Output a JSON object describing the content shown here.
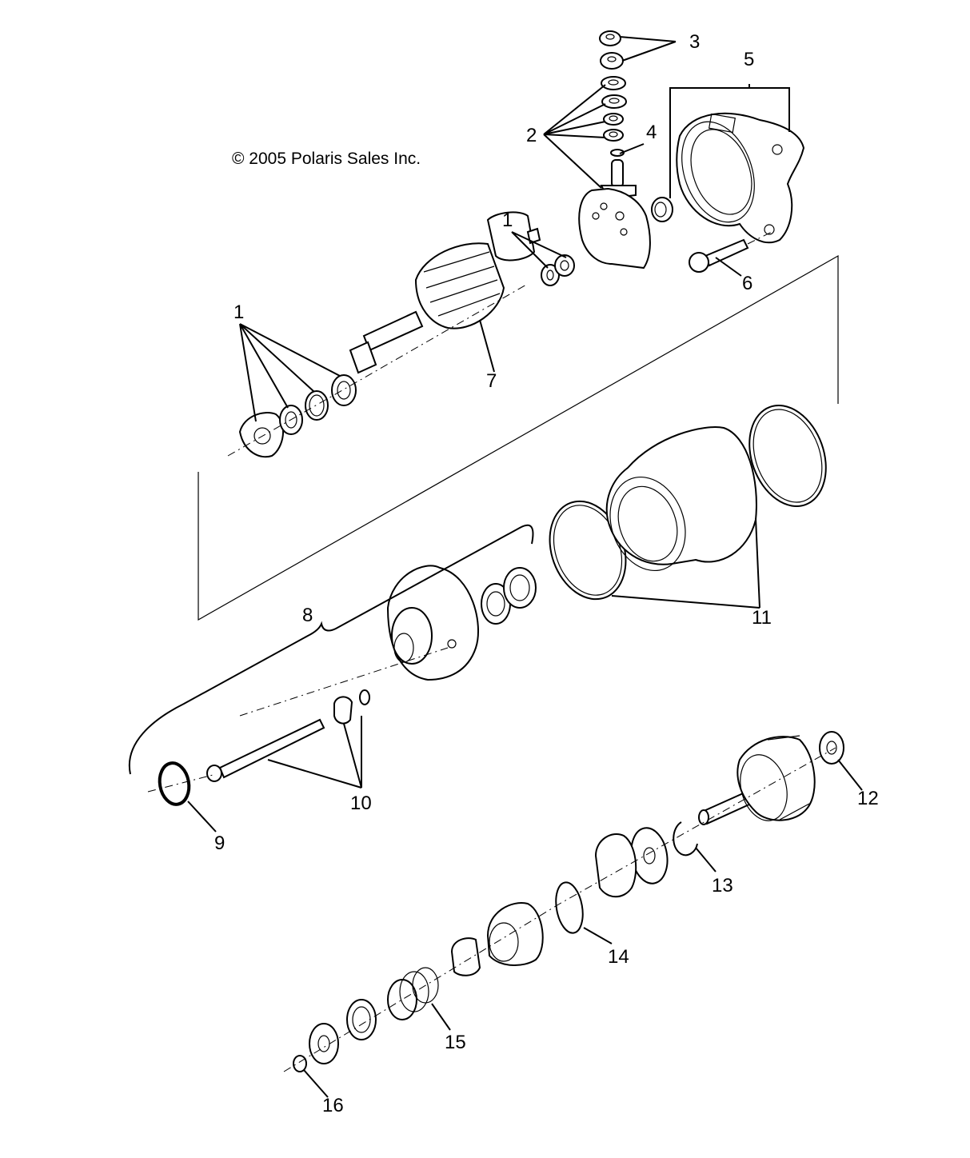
{
  "diagram": {
    "title": "Starter Motor Exploded View",
    "copyright": "© 2005 Polaris Sales Inc.",
    "callouts": [
      {
        "id": "1",
        "label": "1"
      },
      {
        "id": "1b",
        "label": "1"
      },
      {
        "id": "2",
        "label": "2"
      },
      {
        "id": "3",
        "label": "3"
      },
      {
        "id": "4",
        "label": "4"
      },
      {
        "id": "5",
        "label": "5"
      },
      {
        "id": "6",
        "label": "6"
      },
      {
        "id": "7",
        "label": "7"
      },
      {
        "id": "8",
        "label": "8"
      },
      {
        "id": "9",
        "label": "9"
      },
      {
        "id": "10",
        "label": "10"
      },
      {
        "id": "11",
        "label": "11"
      },
      {
        "id": "12",
        "label": "12"
      },
      {
        "id": "13",
        "label": "13"
      },
      {
        "id": "14",
        "label": "14"
      },
      {
        "id": "15",
        "label": "15"
      },
      {
        "id": "16",
        "label": "16"
      }
    ]
  }
}
